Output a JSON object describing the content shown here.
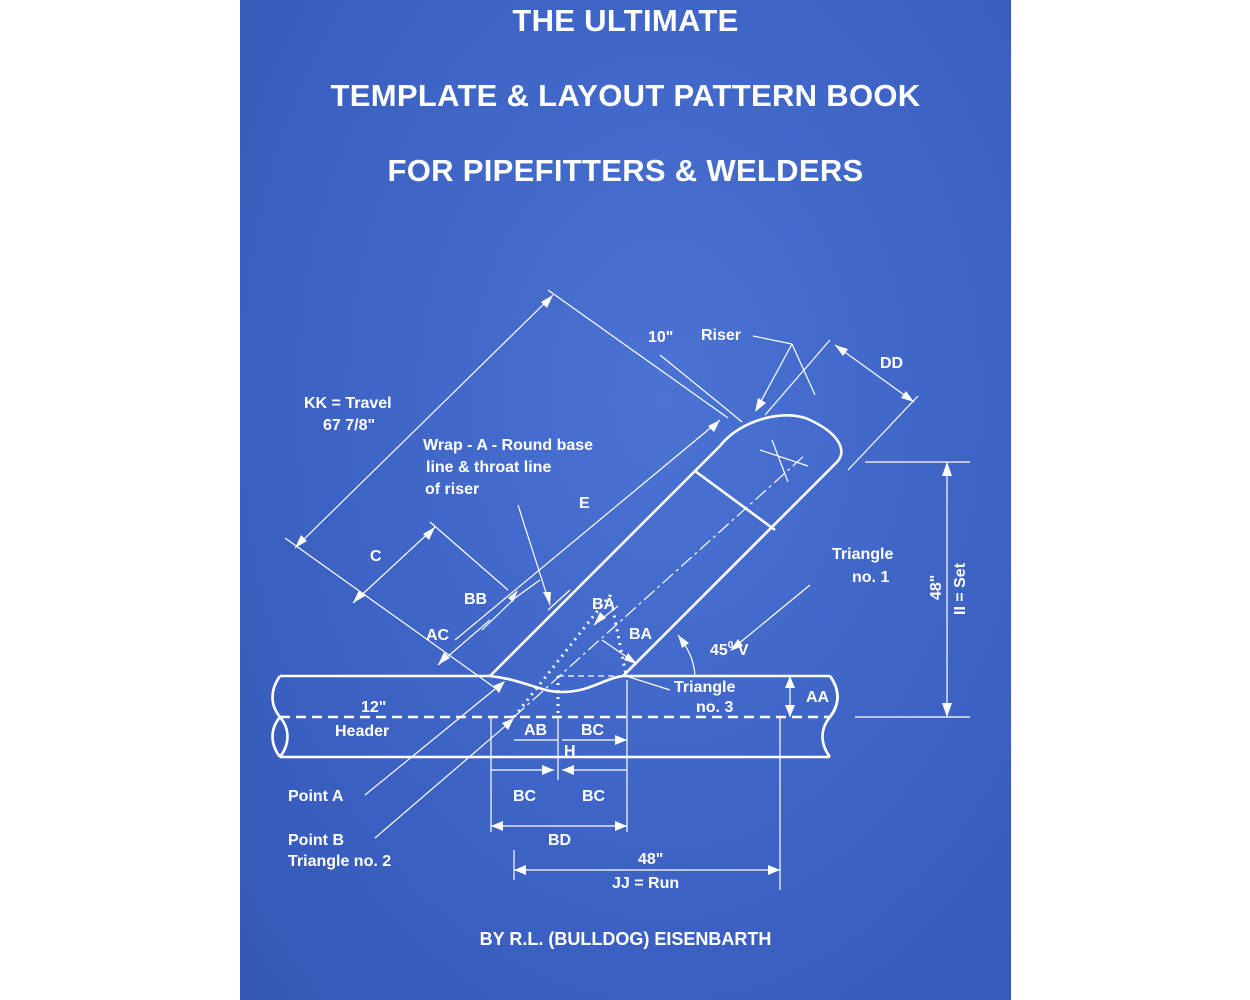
{
  "cover": {
    "title_lines": [
      "THE ULTIMATE",
      "TEMPLATE & LAYOUT PATTERN BOOK",
      "FOR PIPEFITTERS & WELDERS"
    ],
    "author": "BY R.L. (BULLDOG) EISENBARTH",
    "background_color": "#3d63c5",
    "text_color": "#ffffff"
  },
  "diagram": {
    "labels": {
      "riser_size": "10\"",
      "riser": "Riser",
      "dd": "DD",
      "kk_travel": "KK = Travel",
      "kk_value": "67 7/8\"",
      "wrap_line1": "Wrap - A - Round base",
      "wrap_line2": "line & throat line",
      "wrap_line3": "of riser",
      "e": "E",
      "c": "C",
      "bb": "BB",
      "ba_upper": "BA",
      "ba_lower": "BA",
      "ac": "AC",
      "triangle1_line1": "Triangle",
      "triangle1_line2": "no. 1",
      "angle_value": "45",
      "angle_sup": "0",
      "angle_v": " V",
      "set_value": "48\"",
      "set_label": "II = Set",
      "triangle3_line1": "Triangle",
      "triangle3_line2": "no. 3",
      "aa": "AA",
      "header_size": "12\"",
      "header": "Header",
      "ab": "AB",
      "bc_top": "BC",
      "h": "H",
      "bc_left": "BC",
      "bc_right": "BC",
      "bd": "BD",
      "point_a": "Point A",
      "point_b": "Point B",
      "triangle2": "Triangle no. 2",
      "run_value": "48\"",
      "run_label": "JJ = Run"
    }
  }
}
